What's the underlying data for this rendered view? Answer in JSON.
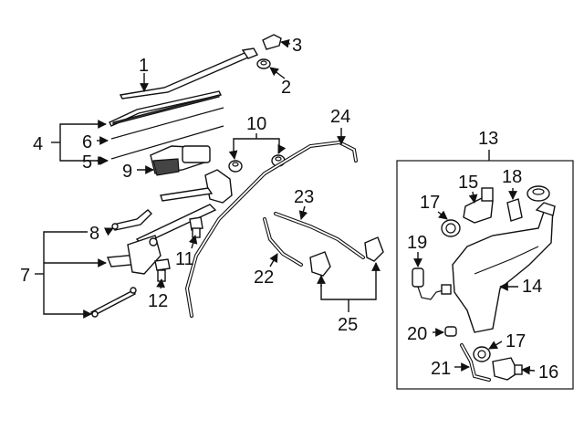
{
  "callouts": {
    "c1": "1",
    "c2": "2",
    "c3": "3",
    "c4": "4",
    "c5": "5",
    "c6": "6",
    "c7": "7",
    "c8": "8",
    "c9": "9",
    "c10": "10",
    "c11": "11",
    "c12": "12",
    "c13": "13",
    "c14": "14",
    "c15": "15",
    "c16": "16",
    "c17a": "17",
    "c17b": "17",
    "c18": "18",
    "c19": "19",
    "c20": "20",
    "c21": "21",
    "c22": "22",
    "c23": "23",
    "c24": "24",
    "c25": "25"
  }
}
